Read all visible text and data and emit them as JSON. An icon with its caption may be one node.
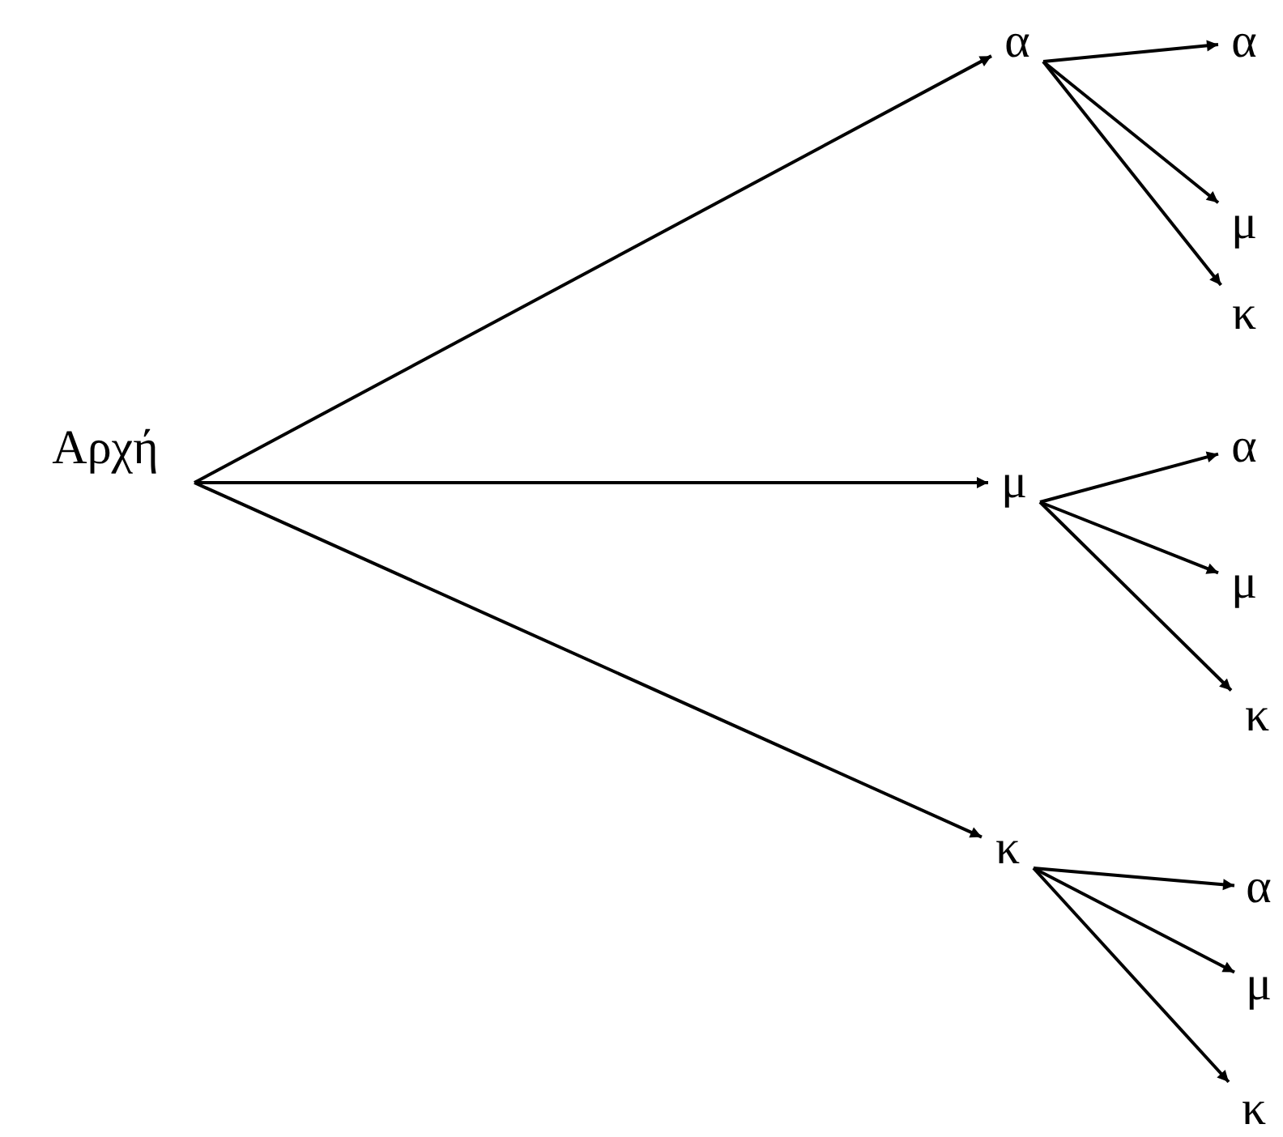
{
  "diagram": {
    "nodes": [
      {
        "text": [
          "Αρχή"
        ]
      },
      {
        "text": [
          "α"
        ]
      },
      {
        "text": [
          "μ"
        ]
      },
      {
        "text": [
          "κ"
        ]
      },
      {
        "text": [
          "α"
        ]
      },
      {
        "text": [
          "μ"
        ]
      },
      {
        "text": [
          "κ"
        ]
      },
      {
        "text": [
          "α"
        ]
      },
      {
        "text": [
          "μ"
        ]
      },
      {
        "text": [
          "κ"
        ]
      },
      {
        "text": [
          "α"
        ]
      },
      {
        "text": [
          "μ"
        ]
      },
      {
        "text": [
          "κ"
        ]
      }
    ],
    "edges": [
      {
        "from": 0,
        "to": 1,
        "arrow": "to"
      },
      {
        "from": 0,
        "to": 2,
        "arrow": "to"
      },
      {
        "from": 0,
        "to": 3,
        "arrow": "to"
      },
      {
        "from": 1,
        "to": 4,
        "arrow": "to"
      },
      {
        "from": 1,
        "to": 5,
        "arrow": "to"
      },
      {
        "from": 1,
        "to": 6,
        "arrow": "to"
      },
      {
        "from": 2,
        "to": 7,
        "arrow": "to"
      },
      {
        "from": 2,
        "to": 8,
        "arrow": "to"
      },
      {
        "from": 2,
        "to": 9,
        "arrow": "to"
      },
      {
        "from": 3,
        "to": 10,
        "arrow": "to"
      },
      {
        "from": 3,
        "to": 11,
        "arrow": "to"
      },
      {
        "from": 3,
        "to": 12,
        "arrow": "to"
      }
    ]
  }
}
